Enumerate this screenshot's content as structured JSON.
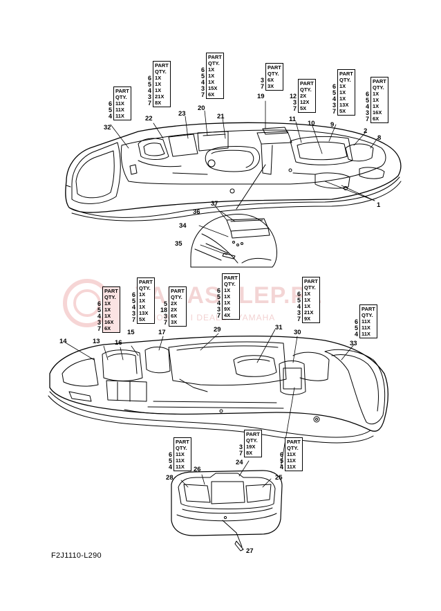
{
  "drawing_code": "F2J1110-L290",
  "watermark": {
    "text": "YAMASKLEP.PL",
    "subtitle": "ECHOWICZ I DEALER YAMAHA"
  },
  "part_header": [
    "PART",
    "QTY."
  ],
  "boxes": [
    {
      "id": "b32",
      "rows": [
        [
          "6",
          "11X"
        ],
        [
          "5",
          "11X"
        ],
        [
          "4",
          "11X"
        ]
      ],
      "callout": "32",
      "hl": false
    },
    {
      "id": "b22",
      "rows": [
        [
          "6",
          "1X"
        ],
        [
          "5",
          "1X"
        ],
        [
          "4",
          "1X"
        ],
        [
          "3",
          "21X"
        ],
        [
          "7",
          "8X"
        ]
      ],
      "callout": "22",
      "hl": false
    },
    {
      "id": "b20",
      "rows": [
        [
          "6",
          "1X"
        ],
        [
          "5",
          "1X"
        ],
        [
          "4",
          "1X"
        ],
        [
          "3",
          "15X"
        ],
        [
          "7",
          "6X"
        ]
      ],
      "callout": "20",
      "hl": false
    },
    {
      "id": "b19",
      "rows": [
        [
          "3",
          "6X"
        ],
        [
          "7",
          "3X"
        ]
      ],
      "callout": "19",
      "hl": false
    },
    {
      "id": "b11",
      "rows": [
        [
          "12",
          "2X"
        ],
        [
          "3",
          "12X"
        ],
        [
          "7",
          "5X"
        ]
      ],
      "callout": "11",
      "hl": false
    },
    {
      "id": "b9",
      "rows": [
        [
          "6",
          "1X"
        ],
        [
          "5",
          "1X"
        ],
        [
          "4",
          "1X"
        ],
        [
          "3",
          "13X"
        ],
        [
          "7",
          "5X"
        ]
      ],
      "callout": "9",
      "hl": false
    },
    {
      "id": "b2",
      "rows": [
        [
          "6",
          "1X"
        ],
        [
          "5",
          "1X"
        ],
        [
          "4",
          "1X"
        ],
        [
          "3",
          "16X"
        ],
        [
          "7",
          "6X"
        ]
      ],
      "callout": "2",
      "hl": false
    },
    {
      "id": "b13",
      "rows": [
        [
          "6",
          "1X"
        ],
        [
          "5",
          "1X"
        ],
        [
          "4",
          "1X"
        ],
        [
          "3",
          "16X"
        ],
        [
          "7",
          "6X"
        ]
      ],
      "callout": "13",
      "hl": true
    },
    {
      "id": "b15",
      "rows": [
        [
          "6",
          "1X"
        ],
        [
          "5",
          "1X"
        ],
        [
          "4",
          "1X"
        ],
        [
          "3",
          "13X"
        ],
        [
          "7",
          "5X"
        ]
      ],
      "callout": "15",
      "hl": false
    },
    {
      "id": "b17",
      "rows": [
        [
          "5",
          "2X"
        ],
        [
          "18",
          "2X"
        ],
        [
          "3",
          "6X"
        ],
        [
          "7",
          "3X"
        ]
      ],
      "callout": "17",
      "hl": false
    },
    {
      "id": "b29",
      "rows": [
        [
          "6",
          "1X"
        ],
        [
          "5",
          "1X"
        ],
        [
          "4",
          "1X"
        ],
        [
          "3",
          "9X"
        ],
        [
          "7",
          "4X"
        ]
      ],
      "callout": "29",
      "hl": false
    },
    {
      "id": "b30",
      "rows": [
        [
          "6",
          "1X"
        ],
        [
          "5",
          "1X"
        ],
        [
          "4",
          "1X"
        ],
        [
          "3",
          "21X"
        ],
        [
          "7",
          "9X"
        ]
      ],
      "callout": "30",
      "hl": false
    },
    {
      "id": "b33",
      "rows": [
        [
          "6",
          "11X"
        ],
        [
          "5",
          "11X"
        ],
        [
          "4",
          "11X"
        ]
      ],
      "callout": "33",
      "hl": false
    },
    {
      "id": "b28",
      "rows": [
        [
          "6",
          "11X"
        ],
        [
          "5",
          "11X"
        ],
        [
          "4",
          "11X"
        ]
      ],
      "callout": "28",
      "hl": false
    },
    {
      "id": "b24",
      "rows": [
        [
          "3",
          "19X"
        ],
        [
          "7",
          "8X"
        ]
      ],
      "callout": "24",
      "hl": false
    },
    {
      "id": "b25",
      "rows": [
        [
          "6",
          "11X"
        ],
        [
          "5",
          "11X"
        ],
        [
          "4",
          "11X"
        ]
      ],
      "callout": "25",
      "hl": false
    }
  ],
  "callouts": [
    "23",
    "21",
    "10",
    "8",
    "1",
    "37",
    "36",
    "34",
    "35",
    "14",
    "16",
    "31",
    "26",
    "27"
  ]
}
